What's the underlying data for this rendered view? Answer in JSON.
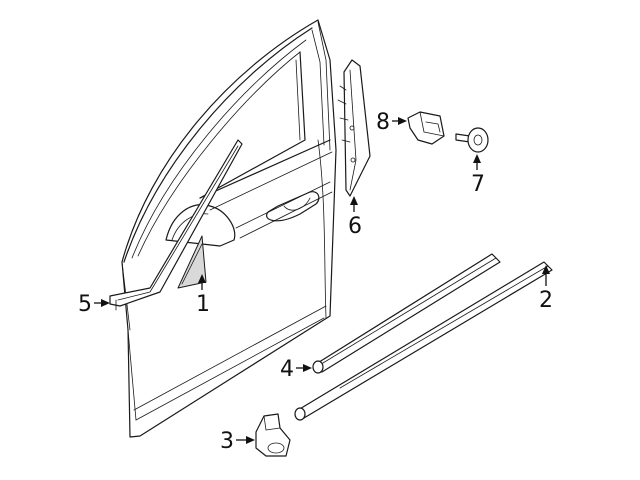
{
  "callouts": [
    {
      "id": "1",
      "label": "1"
    },
    {
      "id": "2",
      "label": "2"
    },
    {
      "id": "3",
      "label": "3"
    },
    {
      "id": "4",
      "label": "4"
    },
    {
      "id": "5",
      "label": "5"
    },
    {
      "id": "6",
      "label": "6"
    },
    {
      "id": "7",
      "label": "7"
    },
    {
      "id": "8",
      "label": "8"
    }
  ],
  "colors": {
    "line": "#1a1a1a",
    "background": "#ffffff",
    "shade": "#d9d9d9"
  }
}
